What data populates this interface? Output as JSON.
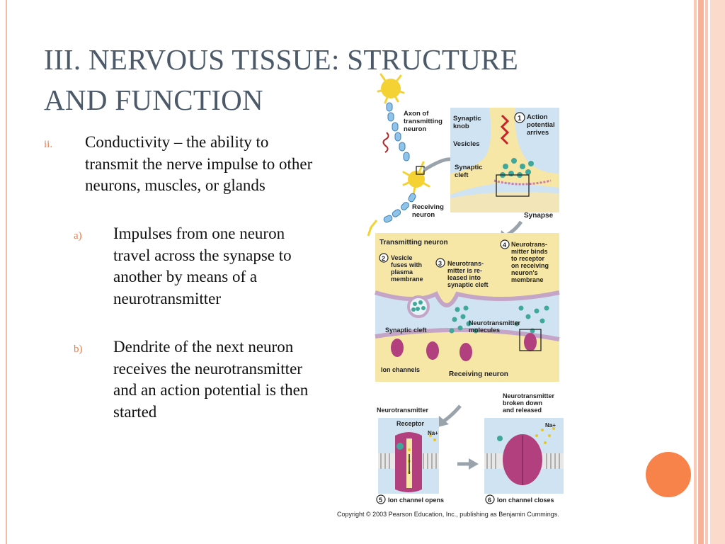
{
  "slide": {
    "title_line1": "III. NERVOUS TISSUE: STRUCTURE",
    "title_line2": "AND FUNCTION",
    "bullet": {
      "marker": "ii.",
      "text": "Conductivity – the ability to transmit the nerve impulse to other neurons, muscles, or glands",
      "subs": [
        {
          "marker": "a)",
          "text": "Impulses from one neuron travel across the synapse to another by means of a neurotransmitter"
        },
        {
          "marker": "b)",
          "text": "Dendrite of the next neuron receives the neurotransmitter and an action potential is then started"
        }
      ]
    }
  },
  "figure": {
    "labels": {
      "axon": [
        "Axon of",
        "transmitting",
        "neuron"
      ],
      "receiving": [
        "Receiving",
        "neuron"
      ],
      "synaptic_knob": [
        "Synaptic",
        "knob"
      ],
      "vesicles": "Vesicles",
      "synaptic_cleft_top": [
        "Synaptic",
        "cleft"
      ],
      "step1": [
        "Action",
        "potential",
        "arrives"
      ],
      "synapse": "Synapse",
      "transmitting_neuron": "Transmitting neuron",
      "step2": [
        "Vesicle",
        "fuses with",
        "plasma",
        "membrane"
      ],
      "step3": [
        "Neurotrans-",
        "mitter is re-",
        "leased into",
        "synaptic cleft"
      ],
      "step4": [
        "Neurotrans-",
        "mitter binds",
        "to receptor",
        "on receiving",
        "neuron's",
        "membrane"
      ],
      "synaptic_cleft_mid": "Synaptic cleft",
      "nt_molecules": [
        "Neurotransmitter",
        "molecules"
      ],
      "ion_channels": "Ion channels",
      "receiving_neuron": "Receiving neuron",
      "neurotransmitter": "Neurotransmitter",
      "receptor": "Receptor",
      "na": "Na+",
      "broken": [
        "Neurotransmitter",
        "broken down",
        "and released"
      ],
      "step5": "Ion channel opens",
      "step6": "Ion channel closes",
      "n1": "1",
      "n2": "2",
      "n3": "3",
      "n4": "4",
      "n5": "5",
      "n6": "6"
    },
    "copyright": "Copyright © 2003 Pearson Education, Inc., publishing as Benjamin Cummings."
  },
  "colors": {
    "accent": "#f7834b",
    "title": "#4b5968",
    "stripe": "#f7b39a",
    "panel_blue": "#cfe3f2",
    "cytoplasm_yellow": "#f7e7a6",
    "vesicle_green": "#3fa89b",
    "channel_magenta": "#b2407f"
  }
}
